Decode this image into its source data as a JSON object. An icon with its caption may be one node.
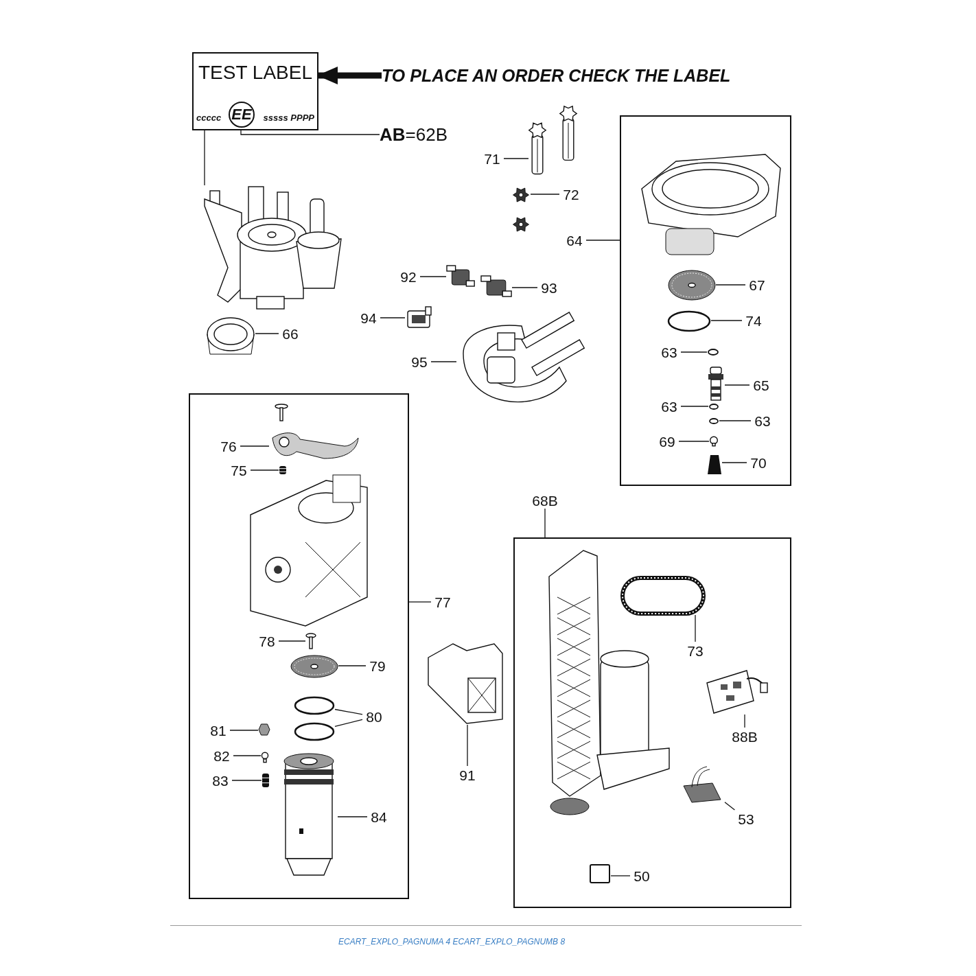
{
  "diagram": {
    "nodes": [
      {
        "text": [
          "TEST LABEL",
          "ccccc",
          "sssss PPPP"
        ]
      },
      {
        "text": [
          "EE"
        ],
        "in": 0
      },
      {
        "text": [
          "TO PLACE AN ORDER CHECK THE LABEL"
        ]
      },
      {
        "text": [
          "**AB**=62B"
        ]
      },
      {
        "text": [],
        "shape": "picture"
      },
      {
        "text": [
          "71"
        ]
      },
      {
        "text": [],
        "shape": "picture"
      },
      {
        "text": [
          "72"
        ]
      },
      {
        "text": [],
        "shape": "picture"
      },
      {
        "text": [
          "92"
        ]
      },
      {
        "text": [],
        "shape": "picture"
      },
      {
        "text": [
          "93"
        ]
      },
      {
        "text": [],
        "shape": "picture"
      },
      {
        "text": [
          "94"
        ]
      },
      {
        "text": [],
        "shape": "picture"
      },
      {
        "text": [
          "95"
        ]
      },
      {
        "text": [],
        "shape": "picture"
      },
      {
        "text": [
          "66"
        ]
      },
      {
        "text": [],
        "shape": "picture"
      },
      {
        "text": [
          "64"
        ]
      },
      {
        "text": [],
        "shape": "box"
      },
      {
        "text": [
          "67"
        ],
        "in": 20
      },
      {
        "text": [],
        "shape": "picture",
        "in": 20
      },
      {
        "text": [
          "74"
        ],
        "in": 20
      },
      {
        "text": [],
        "shape": "circle",
        "in": 20
      },
      {
        "text": [
          "63"
        ],
        "in": 20
      },
      {
        "text": [],
        "shape": "circle",
        "in": 20
      },
      {
        "text": [
          "65"
        ],
        "in": 20
      },
      {
        "text": [],
        "shape": "picture",
        "in": 20
      },
      {
        "text": [
          "63"
        ],
        "in": 20
      },
      {
        "text": [],
        "shape": "circle",
        "in": 20
      },
      {
        "text": [
          "63"
        ],
        "in": 20
      },
      {
        "text": [],
        "shape": "circle",
        "in": 20
      },
      {
        "text": [
          "69"
        ],
        "in": 20
      },
      {
        "text": [],
        "shape": "circle",
        "in": 20
      },
      {
        "text": [
          "70"
        ],
        "in": 20
      },
      {
        "text": [],
        "shape": "picture",
        "in": 20
      },
      {
        "text": [
          "77"
        ]
      },
      {
        "text": [],
        "shape": "box"
      },
      {
        "text": [
          "76"
        ],
        "in": 38
      },
      {
        "text": [],
        "shape": "picture",
        "in": 38
      },
      {
        "text": [
          "75"
        ],
        "in": 38
      },
      {
        "text": [],
        "shape": "picture",
        "in": 38
      },
      {
        "text": [
          "78"
        ],
        "in": 38
      },
      {
        "text": [],
        "shape": "picture",
        "in": 38
      },
      {
        "text": [
          "79"
        ],
        "in": 38
      },
      {
        "text": [],
        "shape": "picture",
        "in": 38
      },
      {
        "text": [
          "80"
        ],
        "in": 38
      },
      {
        "text": [],
        "shape": "circle",
        "in": 38
      },
      {
        "text": [],
        "shape": "circle",
        "in": 38
      },
      {
        "text": [
          "81"
        ],
        "in": 38
      },
      {
        "text": [],
        "shape": "hexagon",
        "in": 38
      },
      {
        "text": [
          "82"
        ],
        "in": 38
      },
      {
        "text": [],
        "shape": "circle",
        "in": 38
      },
      {
        "text": [
          "83"
        ],
        "in": 38
      },
      {
        "text": [],
        "shape": "picture",
        "in": 38
      },
      {
        "text": [
          "84"
        ],
        "in": 38
      },
      {
        "text": [],
        "shape": "picture",
        "in": 38
      },
      {
        "text": [
          "91"
        ]
      },
      {
        "text": [],
        "shape": "picture"
      },
      {
        "text": [
          "68B"
        ]
      },
      {
        "text": [],
        "shape": "box"
      },
      {
        "text": [
          "73"
        ],
        "in": 61
      },
      {
        "text": [],
        "shape": "box",
        "in": 61
      },
      {
        "text": [
          "88B"
        ],
        "in": 61
      },
      {
        "text": [],
        "shape": "picture",
        "in": 61
      },
      {
        "text": [
          "53"
        ],
        "in": 61
      },
      {
        "text": [],
        "shape": "picture",
        "in": 61
      },
      {
        "text": [
          "50"
        ],
        "in": 61
      },
      {
        "text": [],
        "shape": "box",
        "in": 61
      }
    ],
    "edges": [
      {
        "from": 2,
        "to": 0,
        "arrow": "to",
        "style": "thick"
      },
      {
        "from": 3,
        "to": 1,
        "arrow": "none"
      },
      {
        "from": 0,
        "to": 4,
        "arrow": "none"
      },
      {
        "from": 5,
        "to": 6,
        "arrow": "none"
      },
      {
        "from": 7,
        "to": 8,
        "arrow": "none"
      },
      {
        "from": 9,
        "to": 10,
        "arrow": "none"
      },
      {
        "from": 11,
        "to": 12,
        "arrow": "none"
      },
      {
        "from": 13,
        "to": 14,
        "arrow": "none"
      },
      {
        "from": 15,
        "to": 16,
        "arrow": "none"
      },
      {
        "from": 17,
        "to": 18,
        "arrow": "none"
      },
      {
        "from": 19,
        "to": 20,
        "arrow": "none"
      },
      {
        "from": 21,
        "to": 22,
        "arrow": "none"
      },
      {
        "from": 23,
        "to": 24,
        "arrow": "none"
      },
      {
        "from": 25,
        "to": 26,
        "arrow": "none"
      },
      {
        "from": 27,
        "to": 28,
        "arrow": "none"
      },
      {
        "from": 29,
        "to": 30,
        "arrow": "none"
      },
      {
        "from": 31,
        "to": 32,
        "arrow": "none"
      },
      {
        "from": 33,
        "to": 34,
        "arrow": "none"
      },
      {
        "from": 35,
        "to": 36,
        "arrow": "none"
      },
      {
        "from": 37,
        "to": 38,
        "arrow": "none"
      },
      {
        "from": 39,
        "to": 40,
        "arrow": "none"
      },
      {
        "from": 41,
        "to": 42,
        "arrow": "none"
      },
      {
        "from": 43,
        "to": 44,
        "arrow": "none"
      },
      {
        "from": 45,
        "to": 46,
        "arrow": "none"
      },
      {
        "from": 47,
        "to": 48,
        "arrow": "none"
      },
      {
        "from": 47,
        "to": 49,
        "arrow": "none"
      },
      {
        "from": 50,
        "to": 51,
        "arrow": "none"
      },
      {
        "from": 52,
        "to": 53,
        "arrow": "none"
      },
      {
        "from": 54,
        "to": 55,
        "arrow": "none"
      },
      {
        "from": 56,
        "to": 57,
        "arrow": "none"
      },
      {
        "from": 58,
        "to": 59,
        "arrow": "none"
      },
      {
        "from": 60,
        "to": 61,
        "arrow": "none"
      },
      {
        "from": 62,
        "to": 63,
        "arrow": "none"
      },
      {
        "from": 64,
        "to": 65,
        "arrow": "none"
      },
      {
        "from": 66,
        "to": 67,
        "arrow": "none"
      },
      {
        "from": 68,
        "to": 69,
        "arrow": "none"
      }
    ],
    "labels": [
      "ECART_EXPLO_PAGNUMA 4 ECART_EXPLO_PAGNUMB 8"
    ]
  }
}
